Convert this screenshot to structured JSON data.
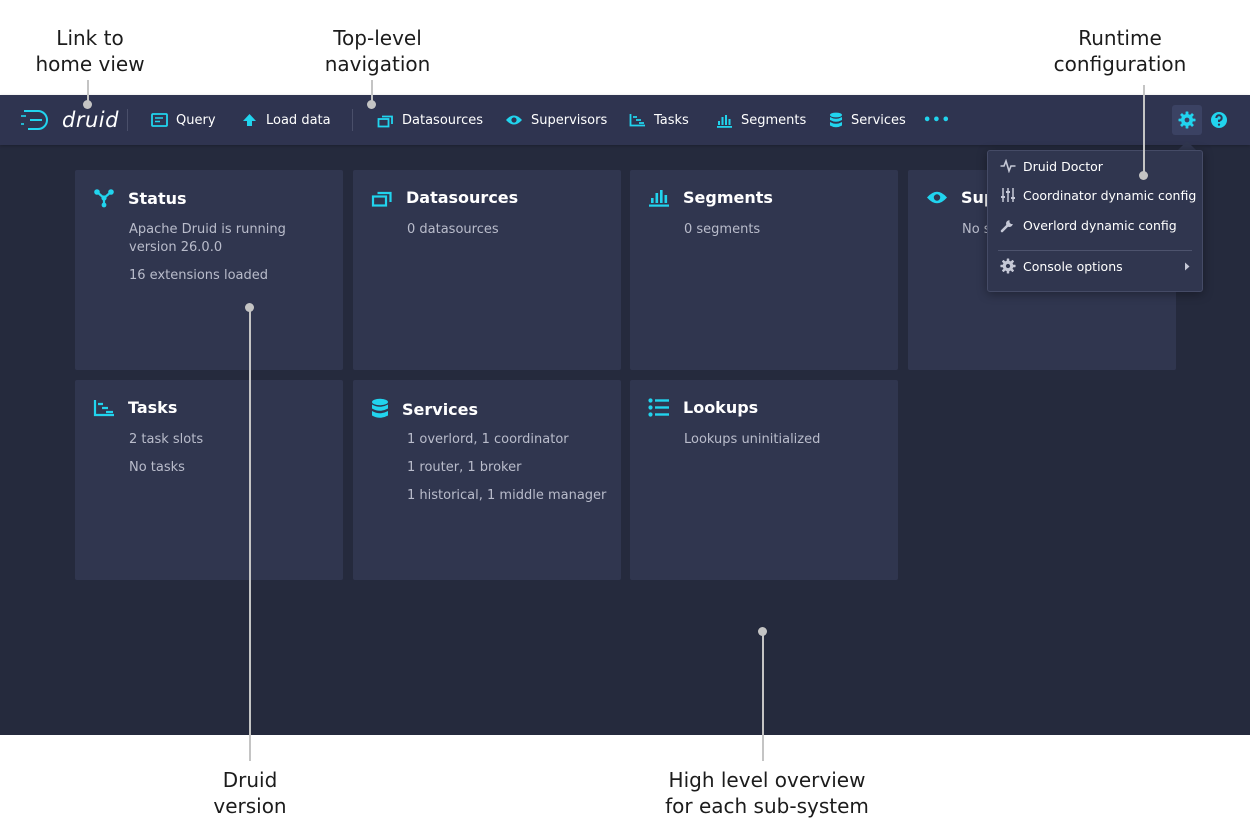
{
  "annotations": {
    "home_link": [
      "Link to",
      "home view"
    ],
    "top_nav": [
      "Top-level",
      "navigation"
    ],
    "runtime": [
      "Runtime",
      "configuration"
    ],
    "version": [
      "Druid",
      "version"
    ],
    "overview": [
      "High level overview",
      "for each sub-system"
    ]
  },
  "navbar": {
    "logo_text": "druid",
    "items": [
      {
        "label": "Query",
        "icon": "query-icon"
      },
      {
        "label": "Load data",
        "icon": "load-data-icon"
      },
      {
        "label": "Datasources",
        "icon": "datasources-icon"
      },
      {
        "label": "Supervisors",
        "icon": "eye-icon"
      },
      {
        "label": "Tasks",
        "icon": "tasks-icon"
      },
      {
        "label": "Segments",
        "icon": "segments-icon"
      },
      {
        "label": "Services",
        "icon": "database-icon"
      }
    ],
    "more": "•••"
  },
  "menu": {
    "items": [
      {
        "label": "Druid Doctor",
        "icon": "pulse-icon"
      },
      {
        "label": "Coordinator dynamic config",
        "icon": "sliders-icon"
      },
      {
        "label": "Overlord dynamic config",
        "icon": "wrench-icon"
      },
      {
        "label": "Console options",
        "icon": "gear-icon"
      }
    ]
  },
  "cards": [
    {
      "title": "Status",
      "lines": [
        "Apache Druid is running version 26.0.0",
        "16 extensions loaded"
      ],
      "icon": "graph-icon"
    },
    {
      "title": "Datasources",
      "lines": [
        "0 datasources"
      ],
      "icon": "datasources-icon"
    },
    {
      "title": "Segments",
      "lines": [
        "0 segments"
      ],
      "icon": "segments-icon"
    },
    {
      "title": "Supervisors",
      "lines": [
        "No supervisors"
      ],
      "icon": "eye-icon"
    },
    {
      "title": "Tasks",
      "lines": [
        "2 task slots",
        "No tasks"
      ],
      "icon": "tasks-icon"
    },
    {
      "title": "Services",
      "lines": [
        "1 overlord, 1 coordinator",
        "1 router, 1 broker",
        "1 historical, 1 middle manager"
      ],
      "icon": "database-icon"
    },
    {
      "title": "Lookups",
      "lines": [
        "Lookups uninitialized"
      ],
      "icon": "list-icon"
    }
  ],
  "colors": {
    "accent": "#21d4ee",
    "background": "#252a3d",
    "navbar": "#2f3450",
    "card": "#30364f",
    "text_muted": "#b9bccb"
  }
}
